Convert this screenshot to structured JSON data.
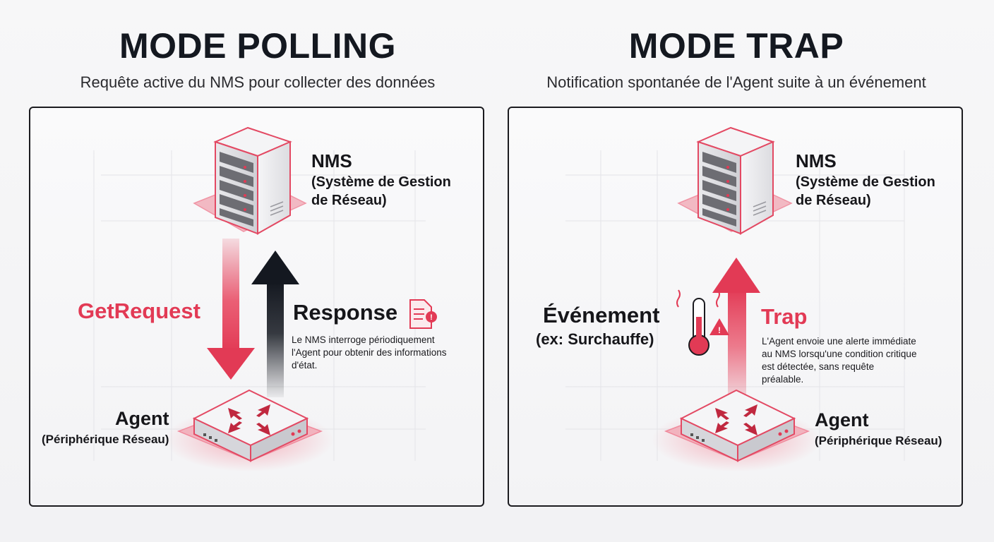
{
  "polling": {
    "title": "MODE POLLING",
    "subtitle": "Requête active du NMS pour collecter des données",
    "nms": {
      "title": "NMS",
      "sub1": "(Système de Gestion",
      "sub2": "de Réseau)"
    },
    "agent": {
      "title": "Agent",
      "sub": "(Périphérique Réseau)"
    },
    "request_label": "GetRequest",
    "response_label": "Response",
    "description": [
      "Le NMS interroge périodiquement",
      "l'Agent pour obtenir des informations",
      "d'état."
    ]
  },
  "trap": {
    "title": "MODE TRAP",
    "subtitle": "Notification spontanée de l'Agent suite à un événement",
    "nms": {
      "title": "NMS",
      "sub1": "(Système de Gestion",
      "sub2": "de Réseau)"
    },
    "agent": {
      "title": "Agent",
      "sub": "(Périphérique Réseau)"
    },
    "event_label": "Événement",
    "event_example": "(ex: Surchauffe)",
    "trap_label": "Trap",
    "description": [
      "L'Agent envoie une alerte immédiate",
      "au NMS lorsqu'une condition critique",
      "est détectée, sans requête",
      "préalable."
    ]
  },
  "colors": {
    "accent": "#e23a55",
    "dark": "#141820"
  }
}
